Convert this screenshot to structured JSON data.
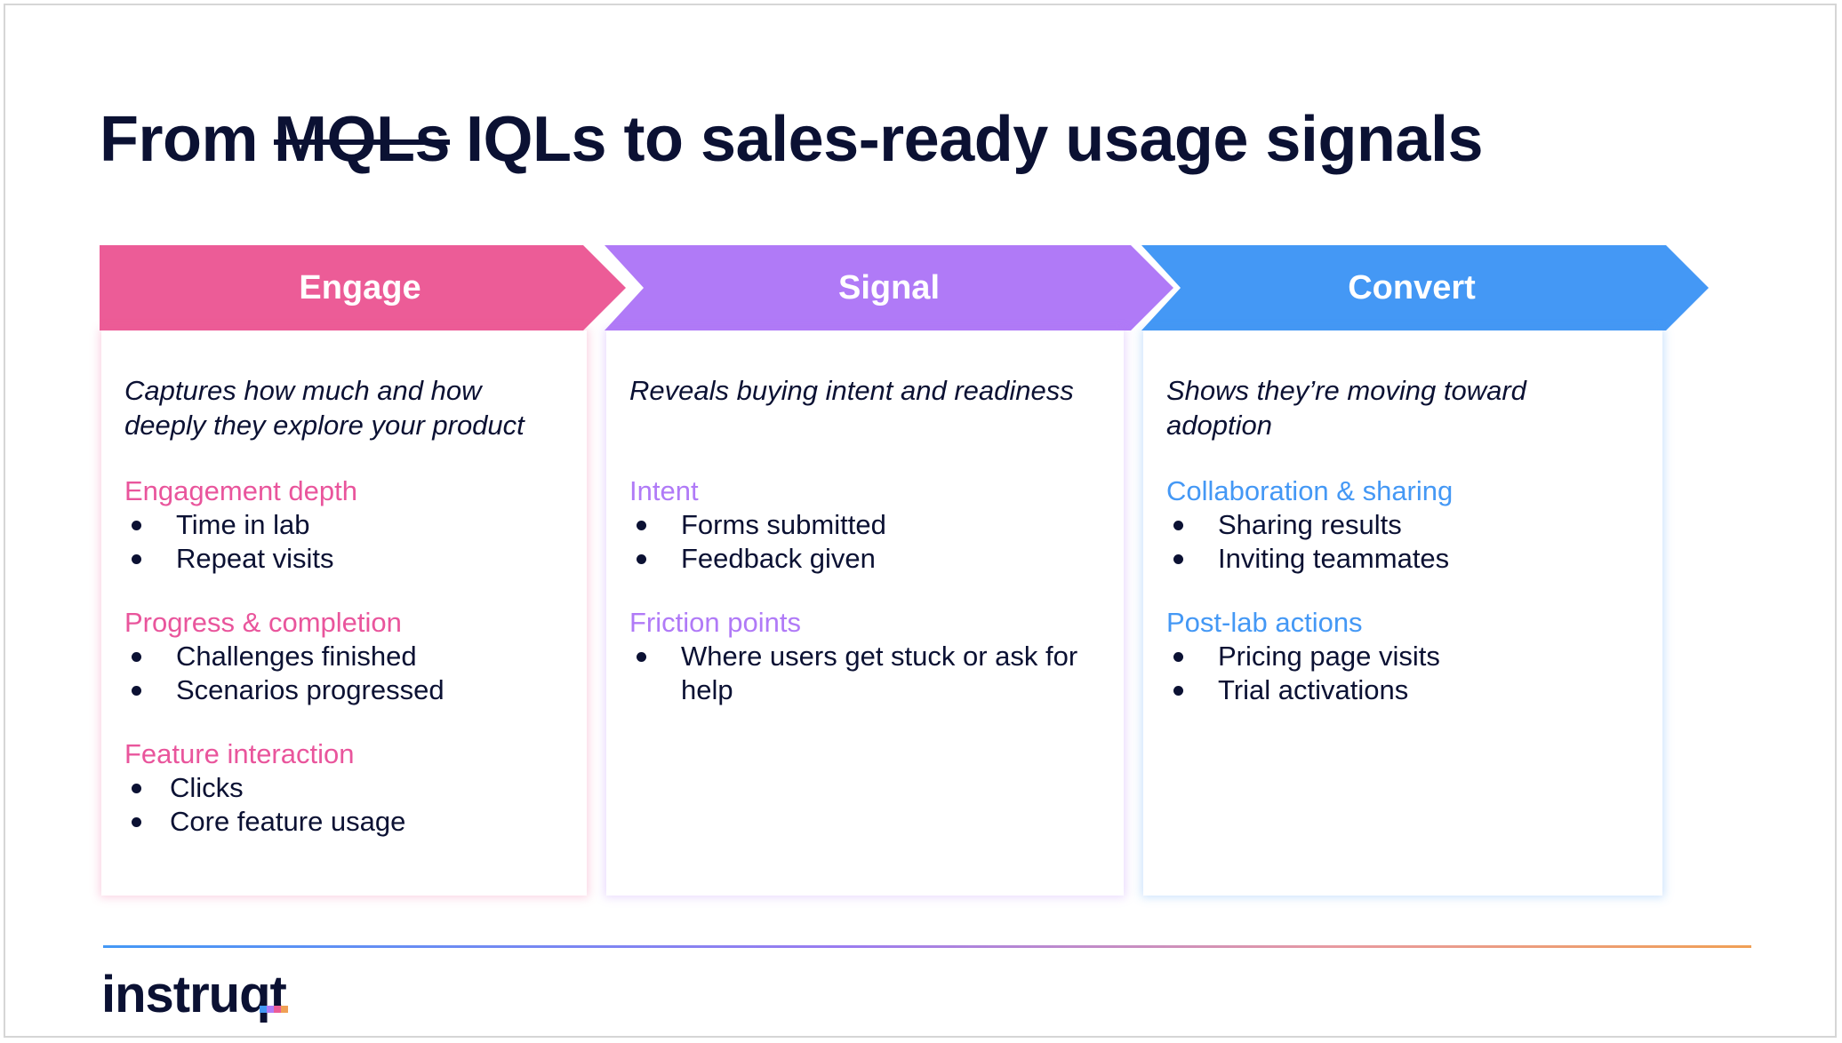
{
  "title": {
    "prefix": "From",
    "struck": "MQLs",
    "rest": "IQLs to sales-ready usage signals"
  },
  "colors": {
    "engage": "#ec5c97",
    "signal": "#b07af7",
    "convert": "#4498f5",
    "text": "#0b1133"
  },
  "stages": [
    {
      "label": "Engage",
      "description": "Captures how much and how deeply they explore your product",
      "groups": [
        {
          "title": "Engagement depth",
          "items": [
            "Time in lab",
            "Repeat visits"
          ]
        },
        {
          "title": "Progress & completion",
          "items": [
            "Challenges finished",
            "Scenarios progressed"
          ]
        },
        {
          "title": "Feature interaction",
          "items": [
            "Clicks",
            "Core feature usage"
          ]
        }
      ]
    },
    {
      "label": "Signal",
      "description": "Reveals buying intent and readiness",
      "groups": [
        {
          "title": "Intent",
          "items": [
            "Forms submitted",
            "Feedback given"
          ]
        },
        {
          "title": "Friction points",
          "items": [
            "Where users get stuck or ask for help"
          ]
        }
      ]
    },
    {
      "label": "Convert",
      "description": "Shows they’re moving toward adoption",
      "groups": [
        {
          "title": "Collaboration & sharing",
          "items": [
            "Sharing results",
            "Inviting teammates"
          ]
        },
        {
          "title": "Post-lab actions",
          "items": [
            "Pricing page visits",
            "Trial activations"
          ]
        }
      ]
    }
  ],
  "logo": "instruqt"
}
